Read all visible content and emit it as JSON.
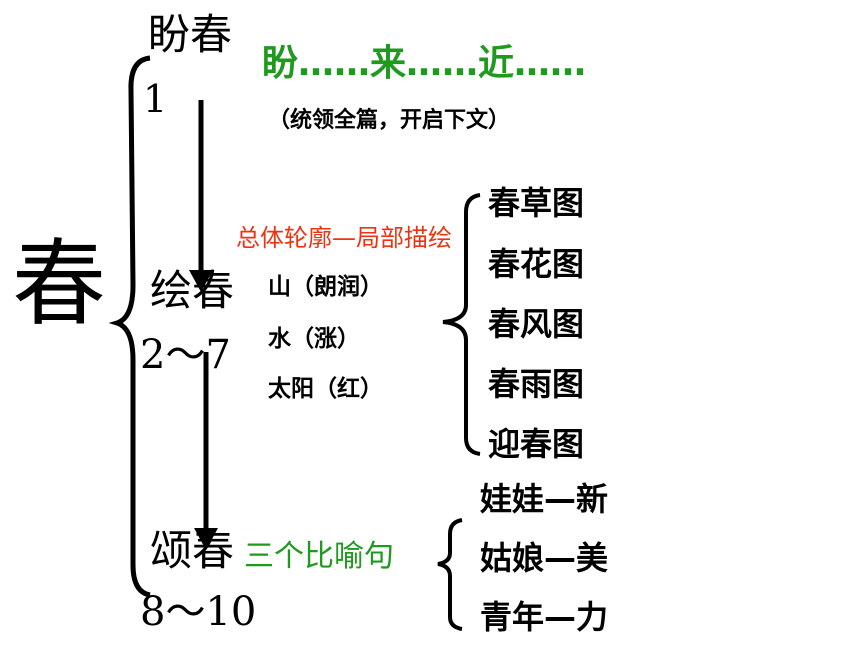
{
  "root": "春",
  "sections": [
    {
      "title": "盼春",
      "range": "1"
    },
    {
      "title": "绘春",
      "range": "2～7"
    },
    {
      "title": "颂春",
      "range": "8～10"
    }
  ],
  "pan": {
    "headline": "盼……来……近……",
    "note": "（统领全篇，开启下文）"
  },
  "hui": {
    "method": "总体轮廓—局部描绘",
    "outline": [
      "山（朗润）",
      "水（涨）",
      "太阳（红）"
    ],
    "pictures": [
      "春草图",
      "春花图",
      "春风图",
      "春雨图",
      "迎春图"
    ]
  },
  "song": {
    "summary": "三个比喻句",
    "similes": [
      "娃娃—新",
      "姑娘—美",
      "青年—力"
    ]
  },
  "colors": {
    "green": "#1f9a1f",
    "red": "#ee3311",
    "black": "#000000"
  }
}
